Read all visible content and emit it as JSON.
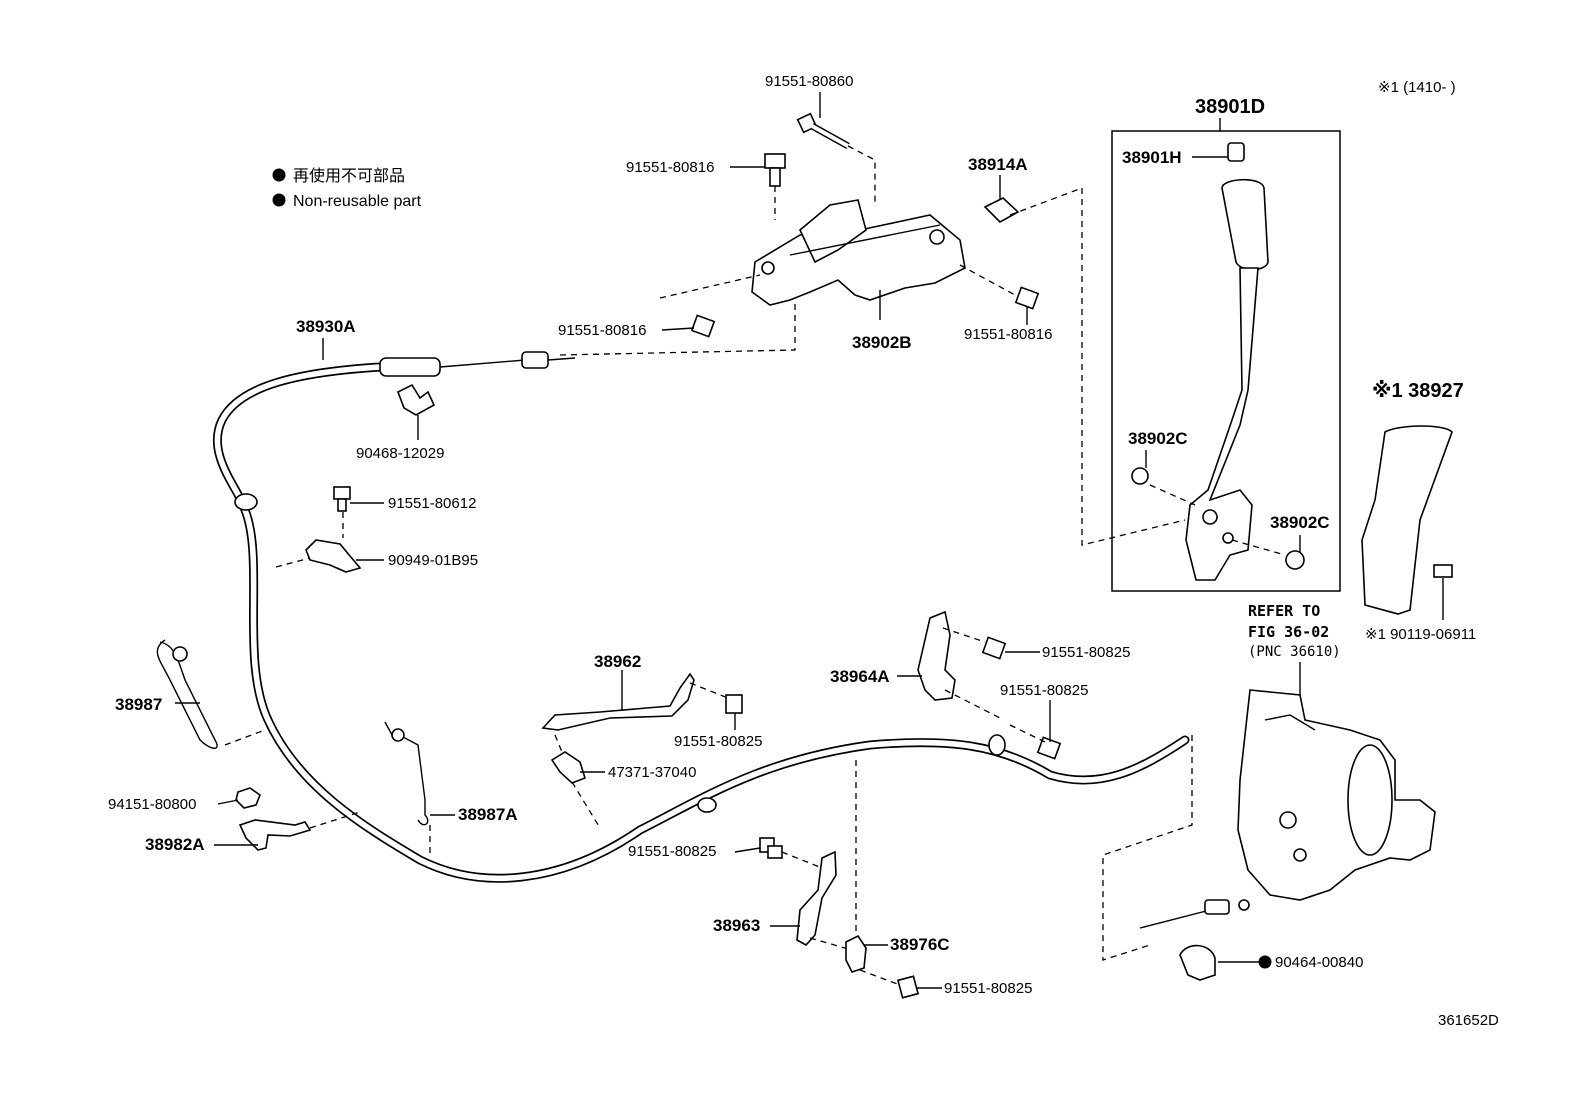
{
  "legend": {
    "japanese": "再使用不可部品",
    "english": "Non-reusable part"
  },
  "note_top_right": "※1 (1410-     )",
  "refer": {
    "line1": "REFER TO",
    "line2": "FIG 36-02",
    "line3": "(PNC 36610)"
  },
  "diagram_id": "361652D",
  "labels": {
    "p91551_80860": "91551-80860",
    "p91551_80816_a": "91551-80816",
    "p38914A": "38914A",
    "p91551_80816_b": "91551-80816",
    "p91551_80816_c": "91551-80816",
    "p38902B": "38902B",
    "p38930A": "38930A",
    "p90468_12029": "90468-12029",
    "p91551_80612": "91551-80612",
    "p90949_01B95": "90949-01B95",
    "p38987": "38987",
    "p94151_80800": "94151-80800",
    "p38982A": "38982A",
    "p38987A": "38987A",
    "p38962": "38962",
    "p91551_80825_a": "91551-80825",
    "p47371_37040": "47371-37040",
    "p91551_80825_b": "91551-80825",
    "p38963": "38963",
    "p38976C": "38976C",
    "p91551_80825_c": "91551-80825",
    "p38964A": "38964A",
    "p91551_80825_d": "91551-80825",
    "p91551_80825_e": "91551-80825",
    "p38901D": "38901D",
    "p38901H": "38901H",
    "p38902C_a": "38902C",
    "p38902C_b": "38902C",
    "p38927": "※1 38927",
    "p90119_06911": "※1 90119-06911",
    "p90464_00840": "90464-00840"
  }
}
